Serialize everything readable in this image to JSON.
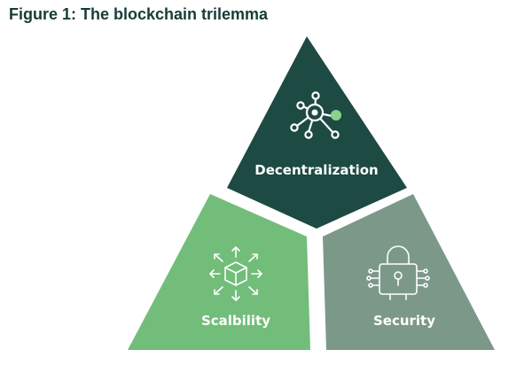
{
  "figure": {
    "title": "Figure 1: The blockchain trilemma"
  },
  "segments": [
    {
      "id": "decentralization",
      "label": "Decentralization",
      "color": "#1d4a43",
      "icon": "network-node-icon"
    },
    {
      "id": "scalability",
      "label": "Scalbility",
      "color": "#72bd7a",
      "icon": "expanding-cube-icon"
    },
    {
      "id": "security",
      "label": "Security",
      "color": "#7c9889",
      "icon": "padlock-circuit-icon"
    }
  ],
  "accent_color": "#8bd28c"
}
